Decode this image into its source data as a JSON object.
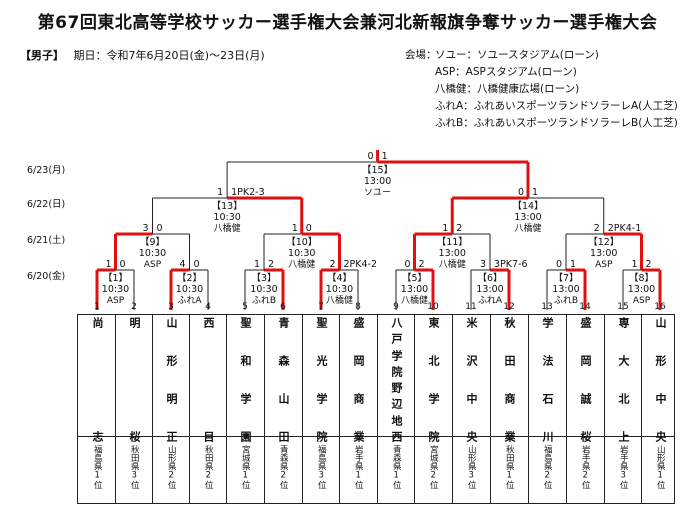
{
  "title": "第67回東北高等学校サッカー選手権大会兼河北新報旗争奪サッカー選手権大会",
  "category": "【男子】",
  "period": "期日：令和7年6月20日(金)～23日(月)",
  "venue_label": "会場：",
  "venues": [
    "ソユー：ソユースタジアム(ローン)",
    "ASP：ASPスタジアム(ローン)",
    "八橋健：八橋健康広場(ローン)",
    "ふれA：ふれあいスポーツランドソラーレA(人工芝)",
    "ふれB：ふれあいスポーツランドソラーレB(人工芝)"
  ],
  "dates": [
    "6/23(月)",
    "6/22(日)",
    "6/21(土)",
    "6/20(金)"
  ],
  "accent_color": "#e01010",
  "teams": [
    {
      "no": "1",
      "name": "尚志",
      "pref": "福島県1位"
    },
    {
      "no": "2",
      "name": "明桜",
      "pref": "秋田県3位"
    },
    {
      "no": "3",
      "name": "山形明正",
      "pref": "山形県2位"
    },
    {
      "no": "4",
      "name": "西目",
      "pref": "秋田県2位"
    },
    {
      "no": "5",
      "name": "聖和学園",
      "pref": "宮城県1位"
    },
    {
      "no": "6",
      "name": "青森山田",
      "pref": "青森県2位"
    },
    {
      "no": "7",
      "name": "聖光学院",
      "pref": "福島県3位"
    },
    {
      "no": "8",
      "name": "盛岡商業",
      "pref": "岩手県1位"
    },
    {
      "no": "9",
      "name": "八戸学院野辺地西",
      "pref": "青森県1位"
    },
    {
      "no": "10",
      "name": "東北学院",
      "pref": "宮城県2位"
    },
    {
      "no": "11",
      "name": "米沢中央",
      "pref": "山形県3位"
    },
    {
      "no": "12",
      "name": "秋田商業",
      "pref": "秋田県1位"
    },
    {
      "no": "13",
      "name": "学法石川",
      "pref": "福島県2位"
    },
    {
      "no": "14",
      "name": "盛岡誠桜",
      "pref": "岩手県2位"
    },
    {
      "no": "15",
      "name": "専大北上",
      "pref": "岩手県3位"
    },
    {
      "no": "16",
      "name": "山形中央",
      "pref": "山形県1位"
    }
  ],
  "matches": [
    {
      "label": "【1】",
      "time": "10:30",
      "venue": "ASP",
      "ls": "1",
      "rs": "0"
    },
    {
      "label": "【2】",
      "time": "10:30",
      "venue": "ふれA",
      "ls": "4",
      "rs": "0"
    },
    {
      "label": "【3】",
      "time": "10:30",
      "venue": "ふれB",
      "ls": "1",
      "rs": "2"
    },
    {
      "label": "【4】",
      "time": "10:30",
      "venue": "八橋健",
      "ls": "2",
      "rs": "2PK4-2"
    },
    {
      "label": "【5】",
      "time": "13:00",
      "venue": "八橋健",
      "ls": "0",
      "rs": "2"
    },
    {
      "label": "【6】",
      "time": "13:00",
      "venue": "ふれA",
      "ls": "3",
      "rs": "3PK7-6"
    },
    {
      "label": "【7】",
      "time": "13:00",
      "venue": "ふれB",
      "ls": "0",
      "rs": "1"
    },
    {
      "label": "【8】",
      "time": "13:00",
      "venue": "ASP",
      "ls": "1",
      "rs": "2"
    },
    {
      "label": "【9】",
      "time": "10:30",
      "venue": "ASP",
      "ls": "3",
      "rs": "0"
    },
    {
      "label": "【10】",
      "time": "10:30",
      "venue": "八橋健",
      "ls": "1",
      "rs": "0"
    },
    {
      "label": "【11】",
      "time": "13:00",
      "venue": "八橋健",
      "ls": "1",
      "rs": "2"
    },
    {
      "label": "【12】",
      "time": "13:00",
      "venue": "ASP",
      "ls": "2",
      "rs": "2PK4-1"
    },
    {
      "label": "【13】",
      "time": "10:30",
      "venue": "八橋健",
      "ls": "1",
      "rs": "1PK2-3"
    },
    {
      "label": "【14】",
      "time": "13:00",
      "venue": "八橋健",
      "ls": "0",
      "rs": "1"
    },
    {
      "label": "【15】",
      "time": "13:00",
      "venue": "ソユー",
      "ls": "0",
      "rs": "1"
    }
  ]
}
